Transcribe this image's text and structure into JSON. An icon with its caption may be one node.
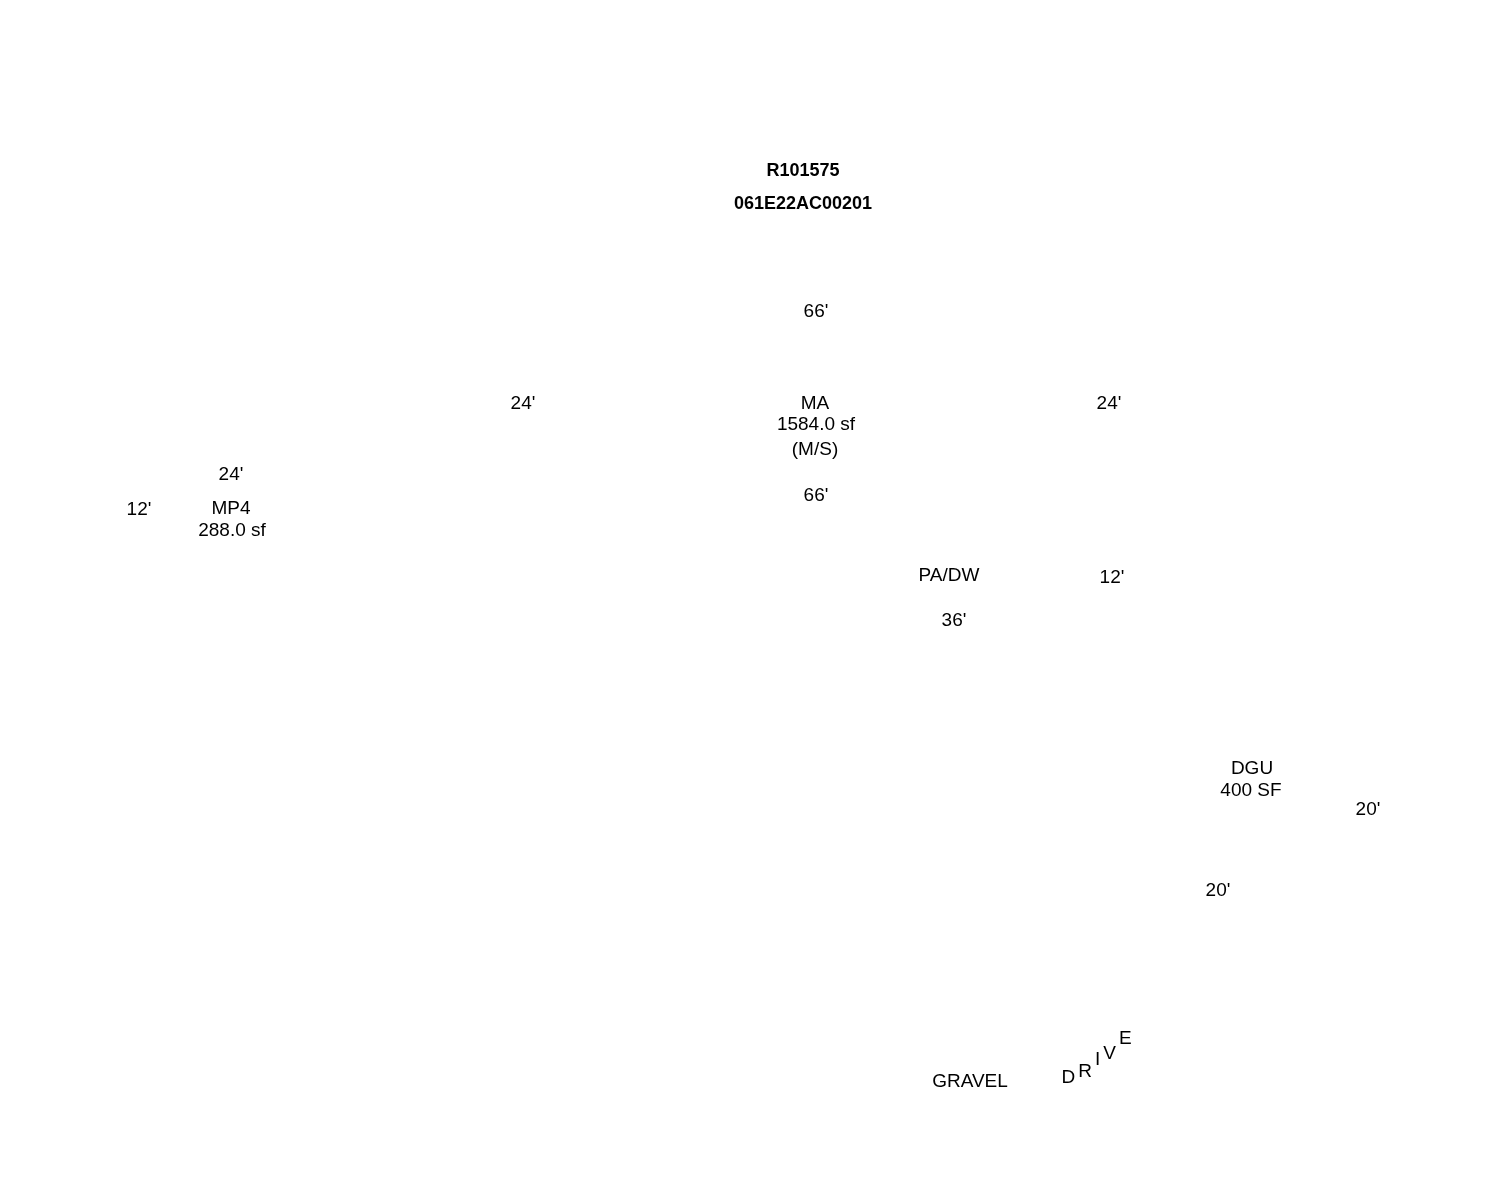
{
  "diagram": {
    "title": "R101575",
    "labels": [
      "061E22AC00201",
      "66'",
      "24'",
      "MA",
      "24'",
      "1584.0 sf",
      "(M/S)",
      "24'",
      "66'",
      "12'",
      "MP4",
      "288.0 sf",
      "PA/DW",
      "12'",
      "36'",
      "DGU",
      "400 SF",
      "20'",
      "20'",
      "GRAVEL",
      "DRIVE"
    ]
  }
}
